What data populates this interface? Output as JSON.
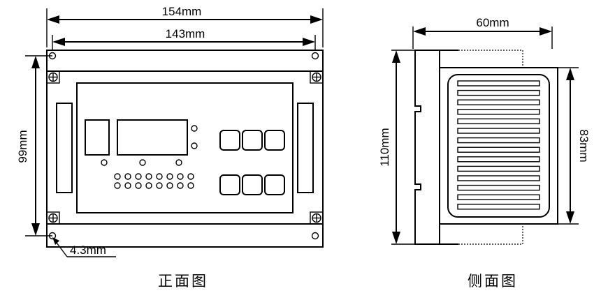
{
  "front_view": {
    "width_label": "154mm",
    "hole_spacing_label": "143mm",
    "height_label": "99mm",
    "hole_diameter_label": "4.3mm",
    "caption": "正面图"
  },
  "side_view": {
    "depth_label": "60mm",
    "height_label": "110mm",
    "vent_height_label": "83mm",
    "caption": "侧面图"
  }
}
